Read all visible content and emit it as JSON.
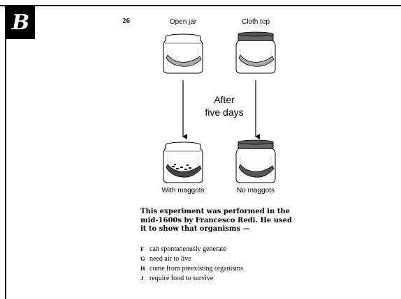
{
  "badge": "B",
  "question": {
    "number": "26",
    "text": "This experiment was performed in the mid-1600s by Francesco Redi. He used it to show that organisms —",
    "options": [
      {
        "letter": "F",
        "text": "can spontaneously generate"
      },
      {
        "letter": "G",
        "text": "need air to live"
      },
      {
        "letter": "H",
        "text": "come from preexisting organisms"
      },
      {
        "letter": "J",
        "text": "require food to survive"
      }
    ]
  },
  "figure": {
    "top_left_label": "Open jar",
    "top_right_label": "Cloth top",
    "middle_label_line1": "After",
    "middle_label_line2": "five days",
    "bottom_left_label": "With maggots",
    "bottom_right_label": "No maggots"
  }
}
